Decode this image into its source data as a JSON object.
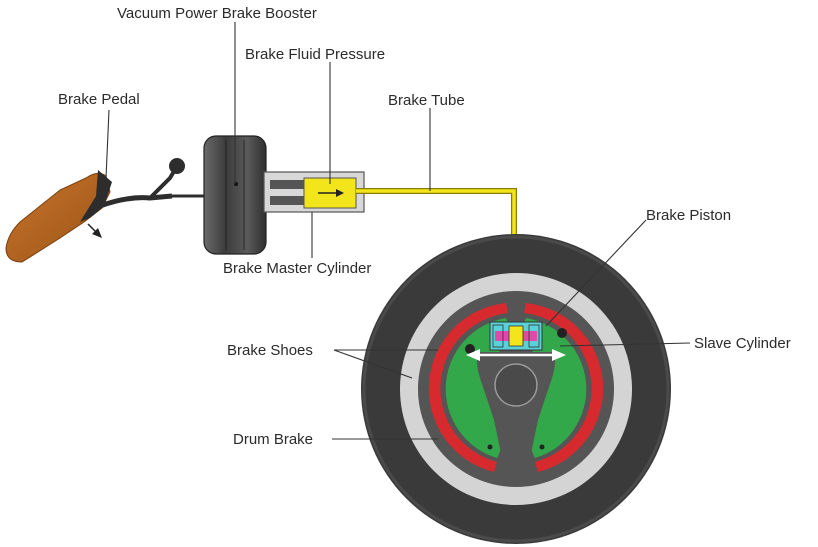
{
  "labels": {
    "booster": "Vacuum Power Brake Booster",
    "fluid_pressure": "Brake Fluid Pressure",
    "pedal": "Brake Pedal",
    "tube": "Brake Tube",
    "master_cylinder": "Brake Master Cylinder",
    "piston": "Brake Piston",
    "shoes": "Brake Shoes",
    "slave_cylinder": "Slave Cylinder",
    "drum": "Drum Brake"
  },
  "colors": {
    "tire": "#3a3a3a",
    "drum_ring": "#d4d4d4",
    "backing_plate": "#555555",
    "shoe_lining": "#d62a2f",
    "shoe_web": "#32a84a",
    "fluid": "#f2e51c",
    "piston": "#e04aa8",
    "slave_body": "#5ad0d8",
    "pedal": "#b8651f",
    "booster": "#4a4a4a",
    "master_body": "#d8d8d8",
    "arrow": "#ffffff"
  }
}
